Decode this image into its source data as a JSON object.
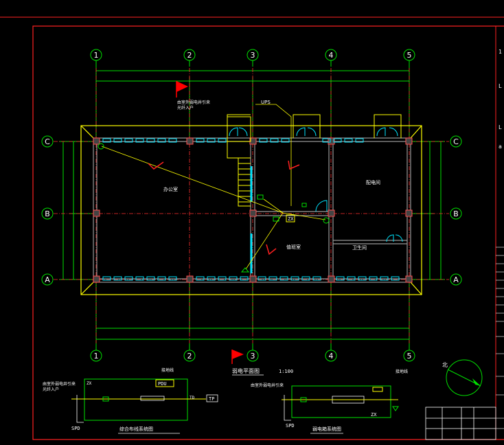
{
  "drawing": {
    "colors": {
      "background": "#000000",
      "frame": "#ff2222",
      "grid_axis": "#ff3030",
      "wall": "#9a9a9a",
      "dimension": "#00e000",
      "outer_wall": "#ffff00",
      "window": "#00e6ff",
      "wire": "#ffff00",
      "flag": "#ff0000",
      "text": "#ffffff"
    },
    "grid_bubbles_vertical": [
      "1",
      "2",
      "3",
      "4",
      "5"
    ],
    "grid_bubbles_horizontal": [
      "C",
      "B",
      "A"
    ],
    "plan_title": "弱电平面图",
    "scale_label": "1:100",
    "north_label": "北",
    "room_labels": [
      "办公室",
      "配电间",
      "值班室",
      "卫生间",
      "UPS"
    ],
    "equipment_labels": [
      "ZX",
      "TD",
      "TP"
    ],
    "wiring_notes": [
      "由室外弱电井引来",
      "光纤入户"
    ],
    "diagram_left": {
      "title": "综合布线系统图",
      "labels": [
        "SPD",
        "PDU",
        "ZX",
        "TD",
        "TP"
      ],
      "notes": [
        "由室外弱电井引来",
        "光纤入户",
        "接地线"
      ]
    },
    "diagram_right": {
      "title": "弱电箱系统图",
      "labels": [
        "SPD",
        "ZX"
      ],
      "notes": [
        "由室外弱电井引来",
        "接地线"
      ]
    },
    "right_panel_fragments": [
      "1",
      "L",
      "L",
      "a"
    ],
    "title_block_rows": 3
  }
}
